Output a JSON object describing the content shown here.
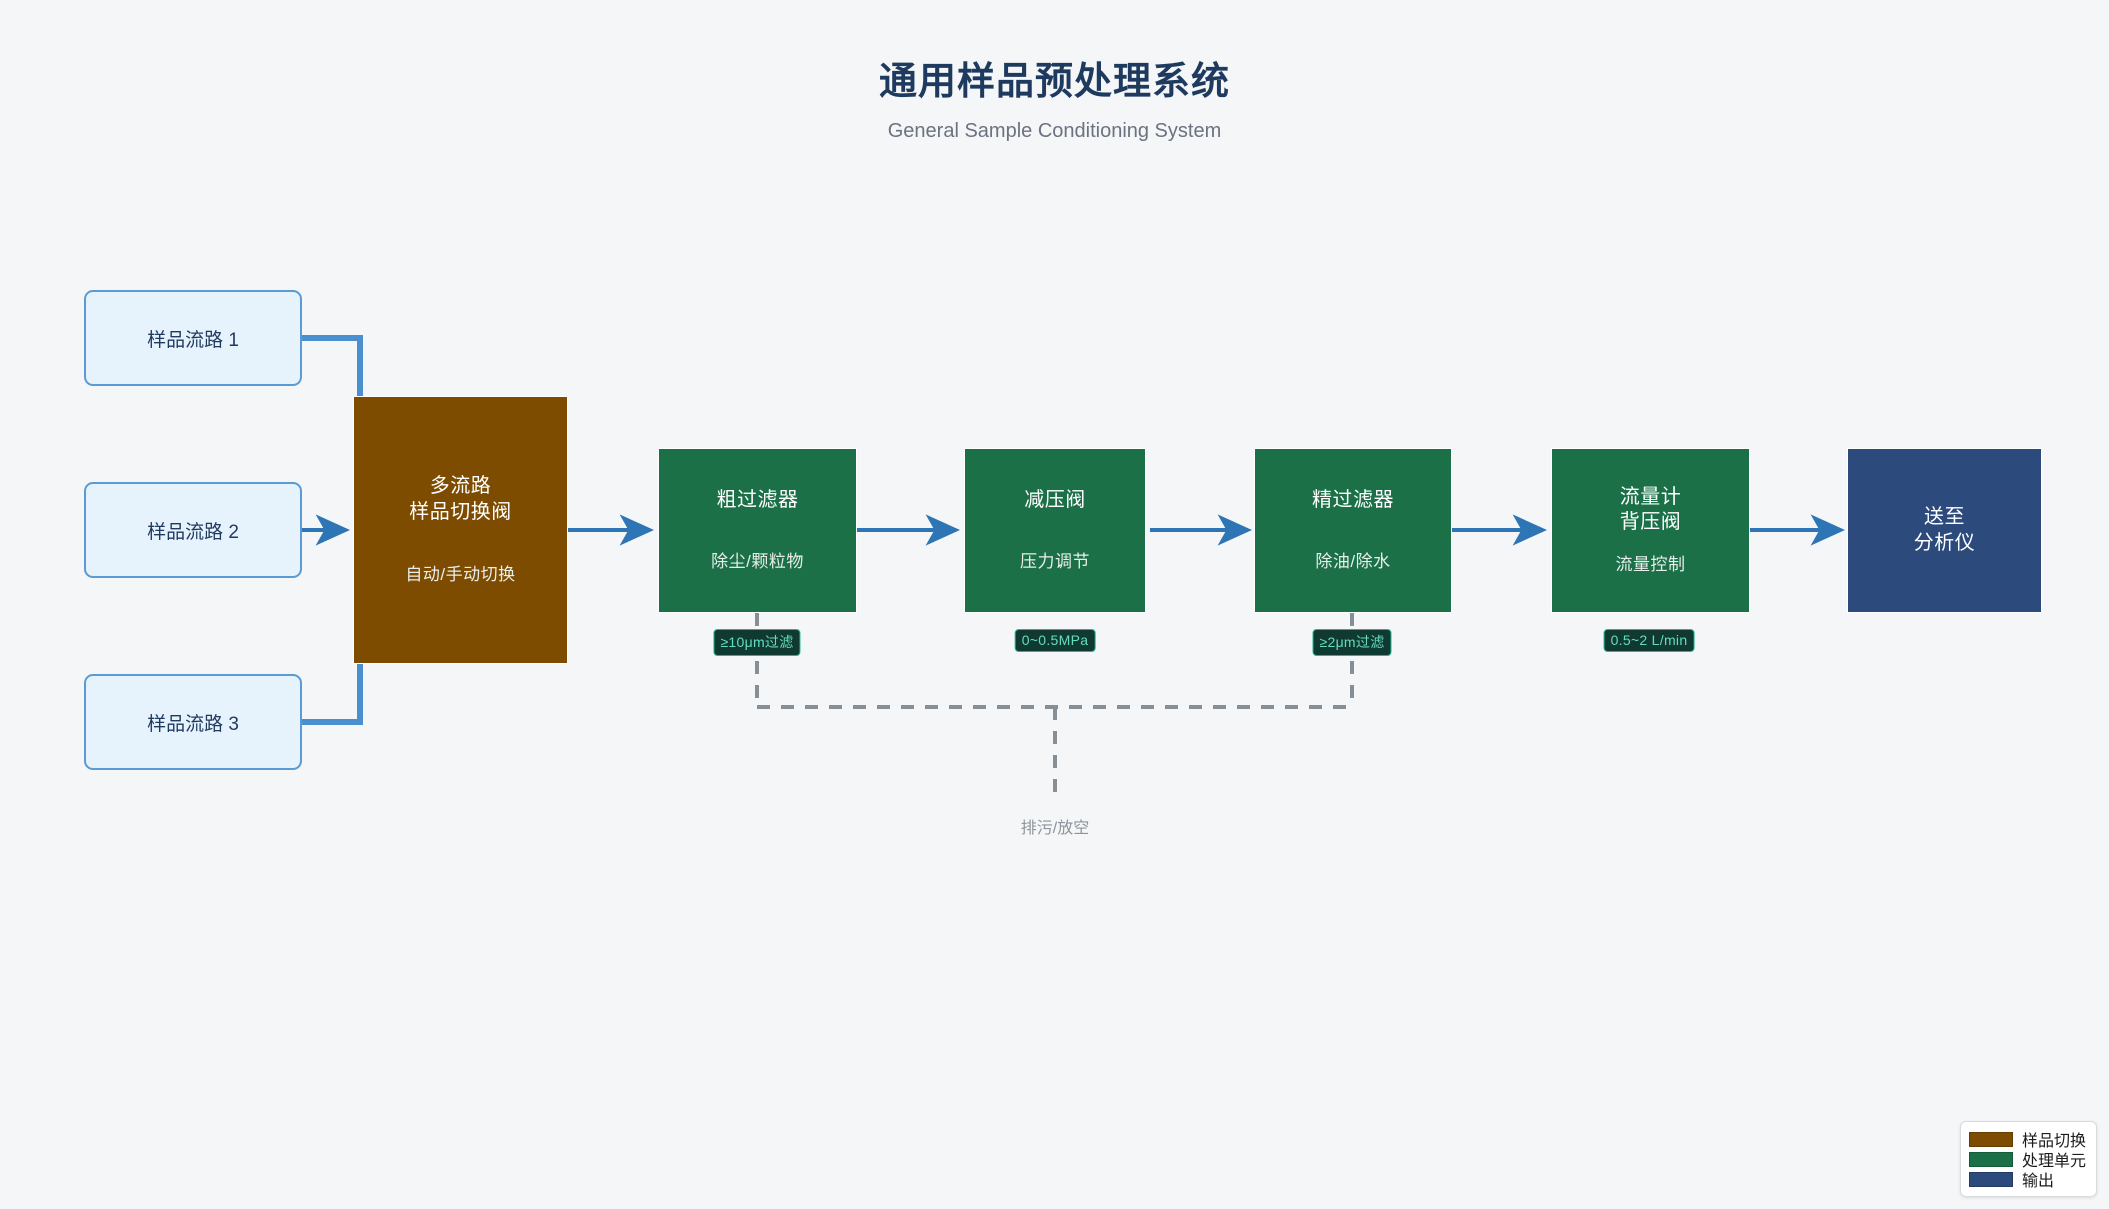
{
  "header": {
    "title": "通用样品预处理系统",
    "subtitle": "General Sample Conditioning System"
  },
  "colors": {
    "background": "#f4f6f7",
    "switch_valve": "#7d4c00",
    "process_unit": "#1b7048",
    "output": "#2c4a7c",
    "source_fill": "#e6f2fc",
    "source_border": "#5b9bd5",
    "flow_arrow": "#2e75b6",
    "drain_line": "#868e96",
    "badge_text": "#63ddc0",
    "badge_bg": "#103a31",
    "title_text": "#1f3a5f"
  },
  "sources": [
    {
      "label": "样品流路 1"
    },
    {
      "label": "样品流路 2"
    },
    {
      "label": "样品流路 3"
    }
  ],
  "valve": {
    "title_line1": "多流路",
    "title_line2": "样品切换阀",
    "subtitle": "自动/手动切换"
  },
  "stages": [
    {
      "title": "粗过滤器",
      "subtitle": "除尘/颗粒物",
      "badge": "≥10μm过滤"
    },
    {
      "title": "减压阀",
      "subtitle": "压力调节",
      "badge": "0~0.5MPa"
    },
    {
      "title": "精过滤器",
      "subtitle": "除油/除水",
      "badge": "≥2μm过滤"
    },
    {
      "title_line1": "流量计",
      "title_line2": "背压阀",
      "subtitle": "流量控制",
      "badge": "0.5~2 L/min"
    }
  ],
  "output": {
    "title_line1": "送至",
    "title_line2": "分析仪"
  },
  "drain": {
    "label": "排污/放空"
  },
  "legend": {
    "items": [
      {
        "label": "样品切换",
        "color": "#7d4c00"
      },
      {
        "label": "处理单元",
        "color": "#1b7048"
      },
      {
        "label": "输出",
        "color": "#2c4a7c"
      }
    ]
  }
}
